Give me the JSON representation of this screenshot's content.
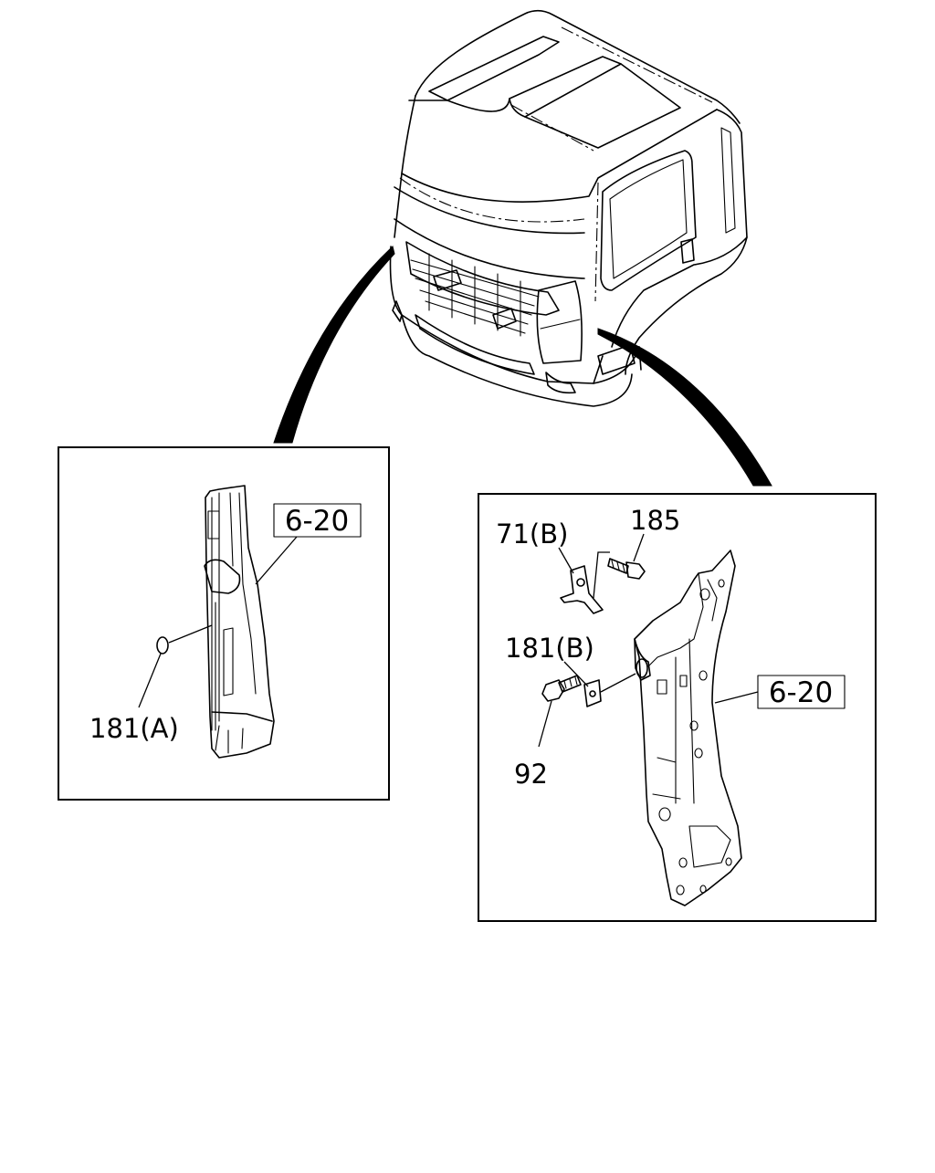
{
  "callouts": {
    "left_181a": "181(A)",
    "left_ref": "6-20",
    "right_71b": "71(B)",
    "right_185": "185",
    "right_181b": "181(B)",
    "right_ref": "6-20",
    "right_92": "92"
  }
}
